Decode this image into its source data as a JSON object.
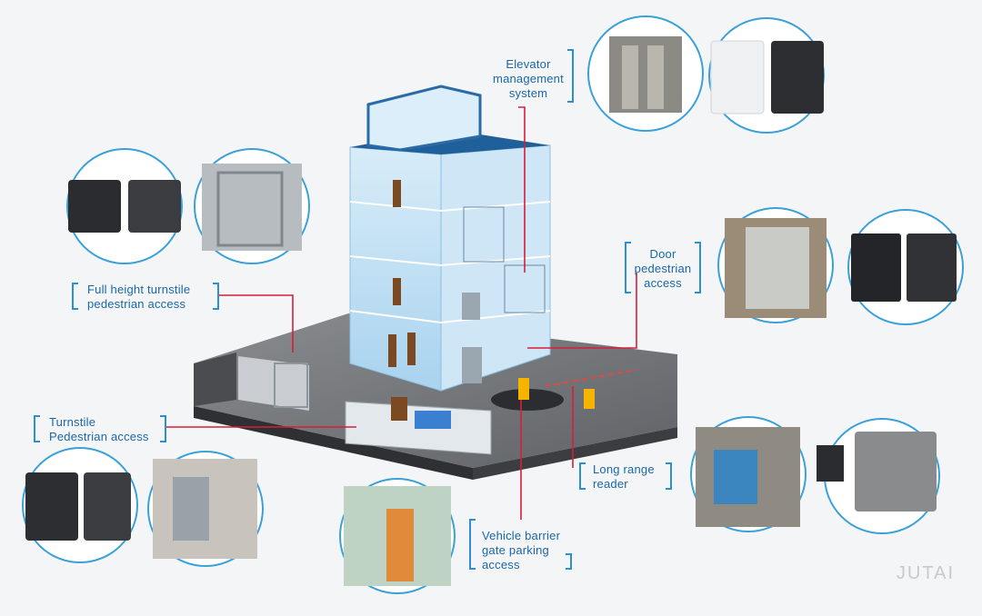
{
  "labels": {
    "elevator": [
      "Elevator",
      "management",
      "system"
    ],
    "full_height": [
      "Full height turnstile",
      "pedestrian access"
    ],
    "turnstile": [
      "Turnstile",
      "Pedestrian access"
    ],
    "door": [
      "Door",
      "pedestrian",
      "access"
    ],
    "long_range": [
      "Long range",
      "reader"
    ],
    "vehicle": [
      "Vehicle barrier",
      "gate parking",
      "access"
    ]
  },
  "watermark": "JUTAI",
  "colors": {
    "accent": "#2b8fd1",
    "text": "#1a67a8",
    "connector": "#d61f3a",
    "circle": "#3aa0d8"
  }
}
